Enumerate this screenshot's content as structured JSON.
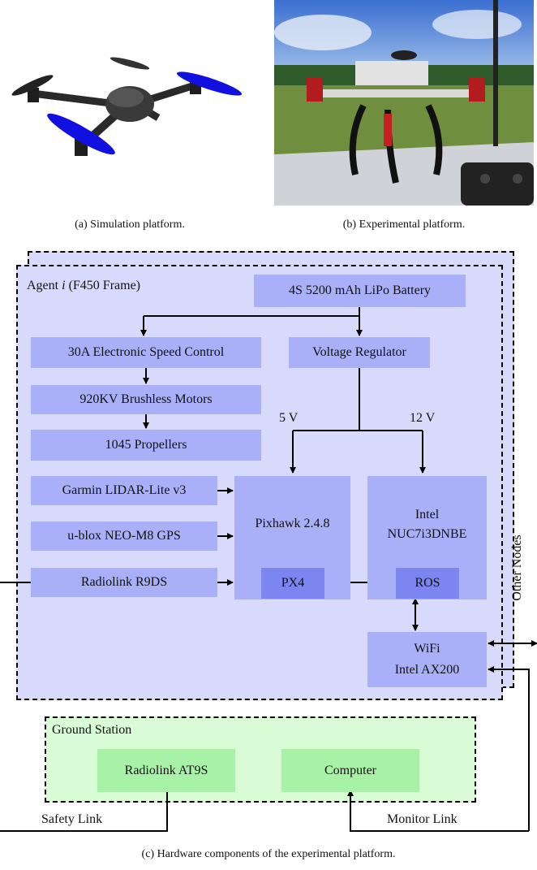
{
  "captions": {
    "a": "(a) Simulation platform.",
    "b": "(b) Experimental platform.",
    "c": "(c) Hardware components of the experimental platform."
  },
  "diagram": {
    "agent_label_prefix": "Agent ",
    "agent_label_var": "i",
    "agent_label_suffix": " (F450 Frame)",
    "battery": "4S 5200 mAh LiPo Battery",
    "esc": "30A Electronic Speed Control",
    "voltage_regulator": "Voltage Regulator",
    "motors": "920KV Brushless Motors",
    "propellers": "1045 Propellers",
    "v5": "5 V",
    "v12": "12 V",
    "lidar": "Garmin LIDAR-Lite v3",
    "gps": "u-blox NEO-M8 GPS",
    "radio_rx": "Radiolink R9DS",
    "pixhawk": "Pixhawk 2.4.8",
    "px4": "PX4",
    "intel_line1": "Intel",
    "intel_line2": "NUC7i3DNBE",
    "ros": "ROS",
    "wifi_line1": "WiFi",
    "wifi_line2": "Intel AX200",
    "other_nodes": "Other Nodes",
    "ground_station": "Ground Station",
    "radio_tx": "Radiolink AT9S",
    "computer": "Computer",
    "safety_link": "Safety Link",
    "monitor_link": "Monitor Link"
  },
  "colors": {
    "agent_region": "#d8dafc",
    "component": "#aab0f7",
    "software": "#7d85f0",
    "ground_region": "#d9fbd5",
    "ground_component": "#a8f2a8"
  }
}
